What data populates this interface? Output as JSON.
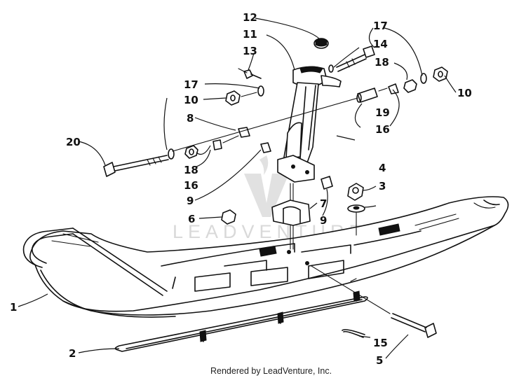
{
  "callouts": {
    "c1": "1",
    "c2": "2",
    "c3": "3",
    "c4": "4",
    "c5": "5",
    "c6": "6",
    "c7": "7",
    "c8": "8",
    "c9a": "9",
    "c9b": "9",
    "c10a": "10",
    "c10b": "10",
    "c11": "11",
    "c12": "12",
    "c13": "13",
    "c14": "14",
    "c15": "15",
    "c16a": "16",
    "c16b": "16",
    "c17a": "17",
    "c17b": "17",
    "c18a": "18",
    "c18b": "18",
    "c19": "19",
    "c20": "20"
  },
  "watermark": "LEADVENTURE",
  "footer": "Rendered by LeadVenture, Inc."
}
